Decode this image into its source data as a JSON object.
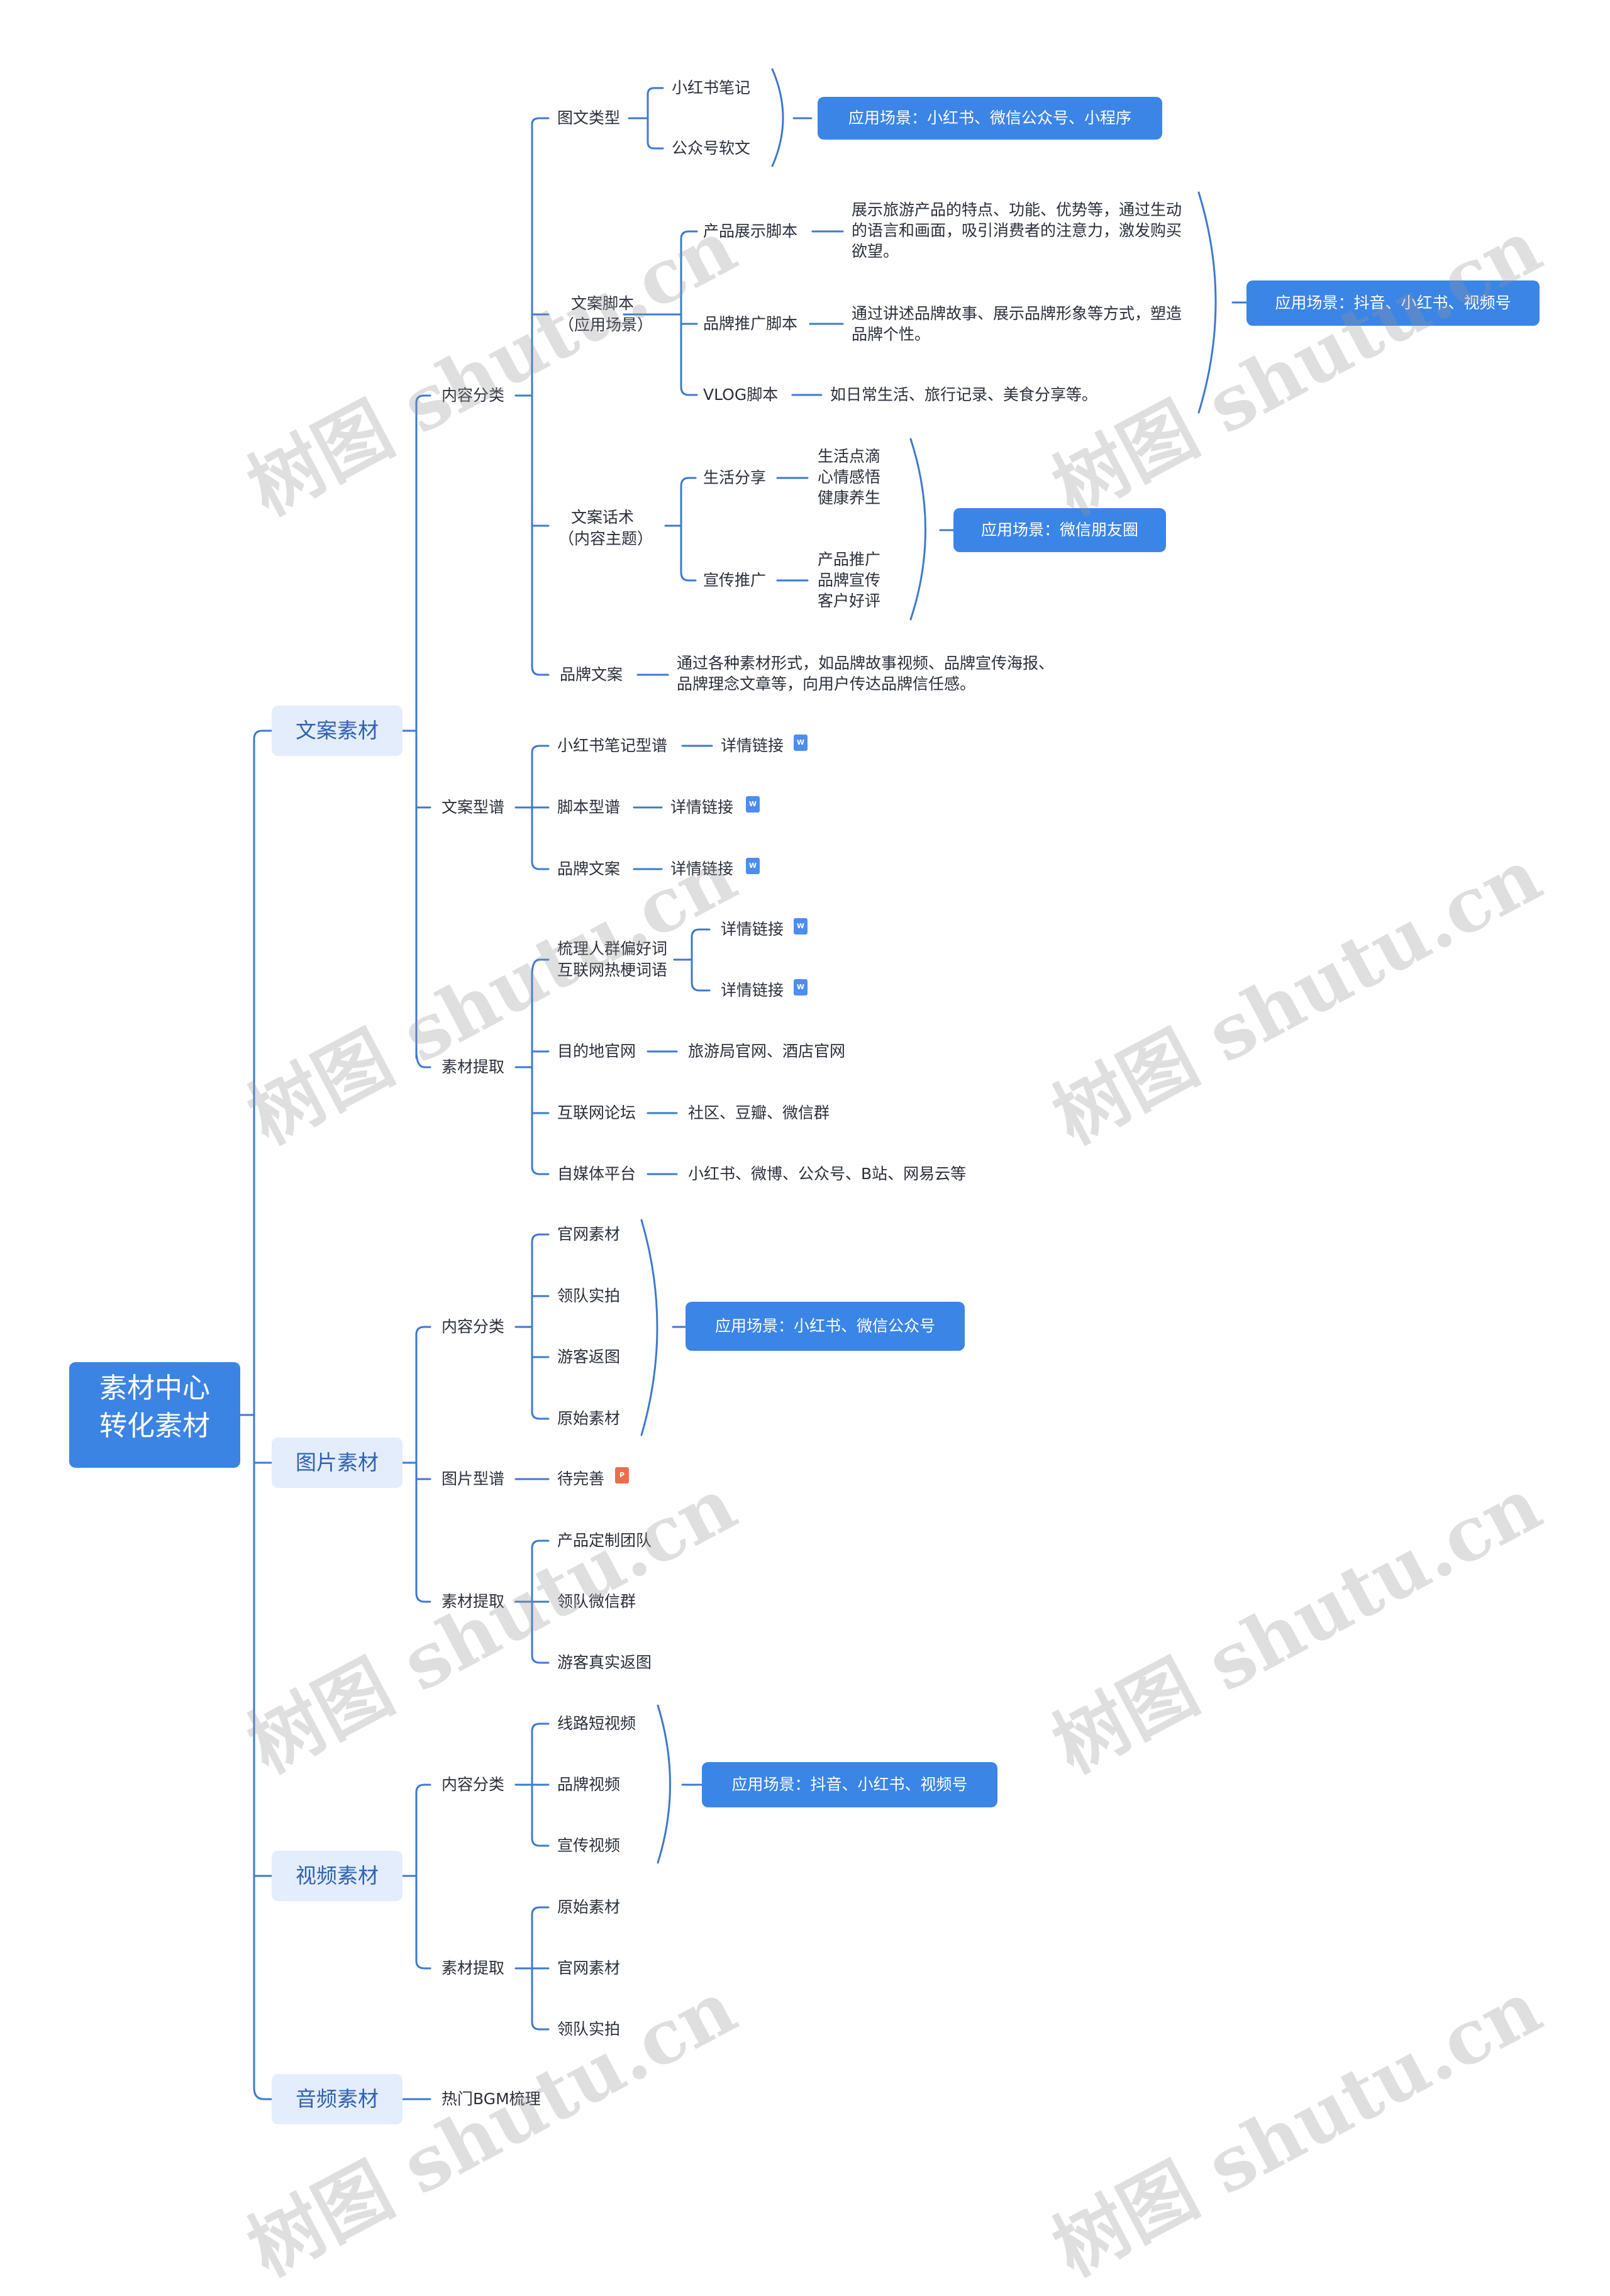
{
  "root": {
    "line1": "素材中心",
    "line2": "转化素材"
  },
  "colors": {
    "line": "#3d79cf",
    "scene_bg": "#3b85e6",
    "l1_bg": "#e4edfb",
    "root_bg": "#3c84e4"
  },
  "wenan": {
    "label": "文案素材",
    "content_classification": {
      "label": "内容分类",
      "tuwen": {
        "label": "图文类型",
        "items": [
          "小红书笔记",
          "公众号软文"
        ],
        "scene": "应用场景：小红书、微信公众号、小程序"
      },
      "script": {
        "label_line1": "文案脚本",
        "label_line2": "（应用场景）",
        "items": [
          {
            "label": "产品展示脚本",
            "desc": "展示旅游产品的特点、功能、优势等，通过生动的语言和画面，吸引消费者的注意力，激发购买欲望。"
          },
          {
            "label": "品牌推广脚本",
            "desc": "通过讲述品牌故事、展示品牌形象等方式，塑造品牌个性。"
          },
          {
            "label": "VLOG脚本",
            "desc": "如日常生活、旅行记录、美食分享等。"
          }
        ],
        "scene": "应用场景：抖音、小红书、视频号"
      },
      "huashu": {
        "label_line1": "文案话术",
        "label_line2": "（内容主题）",
        "life": {
          "label": "生活分享",
          "items": [
            "生活点滴",
            "心情感悟",
            "健康养生"
          ]
        },
        "promo": {
          "label": "宣传推广",
          "items": [
            "产品推广",
            "品牌宣传",
            "客户好评"
          ]
        },
        "scene": "应用场景：微信朋友圈"
      },
      "brand": {
        "label": "品牌文案",
        "desc": "通过各种素材形式，如品牌故事视频、品牌宣传海报、品牌理念文章等，向用户传达品牌信任感。"
      }
    },
    "pu": {
      "label": "文案型谱",
      "items": [
        {
          "label": "小红书笔记型谱",
          "link": "详情链接",
          "icon": "word-doc-icon"
        },
        {
          "label": "脚本型谱",
          "link": "详情链接",
          "icon": "word-doc-icon"
        },
        {
          "label": "品牌文案",
          "link": "详情链接",
          "icon": "word-doc-icon"
        }
      ]
    },
    "extract": {
      "label": "素材提取",
      "people": {
        "line1": "梳理人群偏好词",
        "line2": "互联网热梗词语",
        "links": [
          "详情链接",
          "详情链接"
        ]
      },
      "dest": {
        "label": "目的地官网",
        "value": "旅游局官网、酒店官网"
      },
      "forum": {
        "label": "互联网论坛",
        "value": "社区、豆瓣、微信群"
      },
      "media": {
        "label": "自媒体平台",
        "value": "小红书、微博、公众号、B站、网易云等"
      }
    }
  },
  "tupian": {
    "label": "图片素材",
    "content": {
      "label": "内容分类",
      "items": [
        "官网素材",
        "领队实拍",
        "游客返图",
        "原始素材"
      ],
      "scene": "应用场景：小红书、微信公众号"
    },
    "pu": {
      "label": "图片型谱",
      "value": "待完善",
      "icon": "ppt-doc-icon"
    },
    "extract": {
      "label": "素材提取",
      "items": [
        "产品定制团队",
        "领队微信群",
        "游客真实返图"
      ]
    }
  },
  "shipin": {
    "label": "视频素材",
    "content": {
      "label": "内容分类",
      "items": [
        "线路短视频",
        "品牌视频",
        "宣传视频"
      ],
      "scene": "应用场景：抖音、小红书、视频号"
    },
    "extract": {
      "label": "素材提取",
      "items": [
        "原始素材",
        "官网素材",
        "领队实拍"
      ]
    }
  },
  "yinpin": {
    "label": "音频素材",
    "item": "热门BGM梳理"
  },
  "watermark": "树图 shutu.cn"
}
